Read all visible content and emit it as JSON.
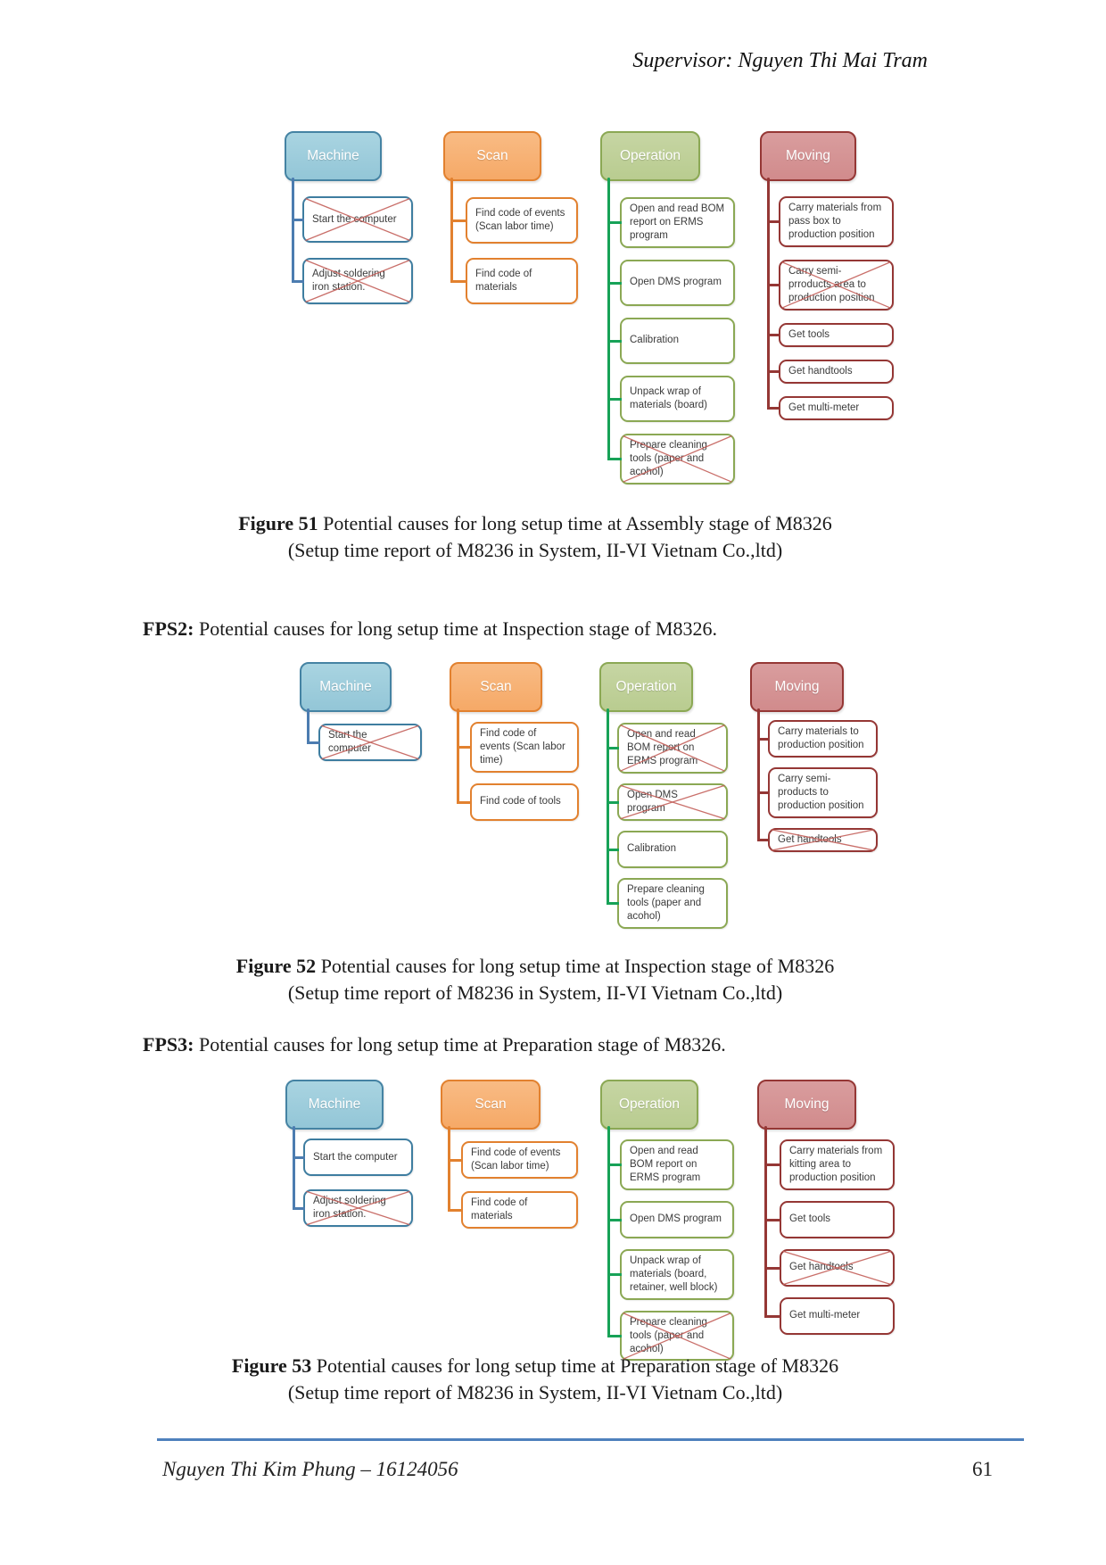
{
  "page_header": {
    "supervisor": "Supervisor: Nguyen Thi Mai Tram"
  },
  "figures": [
    {
      "label": "Figure 51",
      "title": " Potential causes for long setup time at Assembly stage of M8326",
      "subtitle": "(Setup time report of M8236 in System, II-VI Vietnam Co.,ltd)"
    },
    {
      "label": "Figure 52",
      "title": " Potential causes for long setup time at Inspection stage of M8326",
      "subtitle": "(Setup time report of M8236 in System, II-VI Vietnam Co.,ltd)"
    },
    {
      "label": "Figure 53",
      "title": " Potential causes for long setup time at Preparation stage of M8326",
      "subtitle": "(Setup time report of M8236 in System, II-VI Vietnam Co.,ltd)"
    }
  ],
  "fps_headings": {
    "fps2": {
      "label": "FPS2:",
      "text": " Potential causes for long setup time at Inspection stage of M8326."
    },
    "fps3": {
      "label": "FPS3:",
      "text": " Potential causes for long setup time at Preparation stage of M8326."
    }
  },
  "footer": {
    "author": "Nguyen Thi Kim Phung – 16124056",
    "page_number": "61"
  },
  "colors": {
    "machine_fill": "#93c6d7",
    "machine_border": "#4583a3",
    "machine_child_border": "#3e7da0",
    "machine_line": "#4c7cb0",
    "scan_fill": "#f6a967",
    "scan_border": "#e2812f",
    "scan_line": "#e2812f",
    "operation_fill": "#b9cc90",
    "operation_border": "#8ba854",
    "operation_line": "#17a257",
    "moving_fill": "#d18b8c",
    "moving_border": "#953735",
    "moving_line": "#953735",
    "crossc": "#c4605a",
    "rule": "#4f81bd"
  },
  "diagrams": [
    {
      "stage": "Assembly",
      "columns": [
        {
          "header": "Machine",
          "items": [
            {
              "label": "Start the computer",
              "crossed": true
            },
            {
              "label": "Adjust soldering iron station.",
              "crossed": true
            }
          ]
        },
        {
          "header": "Scan",
          "items": [
            {
              "label": "Find code of events (Scan labor time)",
              "crossed": false
            },
            {
              "label": "Find code of materials",
              "crossed": false
            }
          ]
        },
        {
          "header": "Operation",
          "items": [
            {
              "label": "Open and read BOM report on ERMS program",
              "crossed": false
            },
            {
              "label": "Open DMS program",
              "crossed": false
            },
            {
              "label": "Calibration",
              "crossed": false
            },
            {
              "label": "Unpack wrap of materials (board)",
              "crossed": false
            },
            {
              "label": "Prepare cleaning tools (paper and acohol)",
              "crossed": true
            }
          ]
        },
        {
          "header": "Moving",
          "items": [
            {
              "label": "Carry materials from pass box to production position",
              "crossed": false
            },
            {
              "label": "Carry semi-prroducts area to production position",
              "crossed": true
            },
            {
              "label": "Get tools",
              "crossed": false
            },
            {
              "label": "Get handtools",
              "crossed": false
            },
            {
              "label": "Get multi-meter",
              "crossed": false
            }
          ]
        }
      ]
    },
    {
      "stage": "Inspection",
      "columns": [
        {
          "header": "Machine",
          "items": [
            {
              "label": "Start the computer",
              "crossed": true
            }
          ]
        },
        {
          "header": "Scan",
          "items": [
            {
              "label": "Find code of events (Scan labor time)",
              "crossed": false
            },
            {
              "label": "Find code of tools",
              "crossed": false
            }
          ]
        },
        {
          "header": "Operation",
          "items": [
            {
              "label": "Open and read BOM report on ERMS program",
              "crossed": true
            },
            {
              "label": "Open DMS program",
              "crossed": true
            },
            {
              "label": "Calibration",
              "crossed": false
            },
            {
              "label": "Prepare cleaning tools (paper and acohol)",
              "crossed": false
            }
          ]
        },
        {
          "header": "Moving",
          "items": [
            {
              "label": "Carry materials to production position",
              "crossed": false
            },
            {
              "label": "Carry semi-products to production position",
              "crossed": false
            },
            {
              "label": "Get handtools",
              "crossed": true
            }
          ]
        }
      ]
    },
    {
      "stage": "Preparation",
      "columns": [
        {
          "header": "Machine",
          "items": [
            {
              "label": "Start the computer",
              "crossed": false
            },
            {
              "label": "Adjust soldering iron station.",
              "crossed": true
            }
          ]
        },
        {
          "header": "Scan",
          "items": [
            {
              "label": "Find code of events (Scan labor time)",
              "crossed": false
            },
            {
              "label": "Find code of materials",
              "crossed": false
            }
          ]
        },
        {
          "header": "Operation",
          "items": [
            {
              "label": "Open and read BOM report on ERMS program",
              "crossed": false
            },
            {
              "label": "Open DMS program",
              "crossed": false
            },
            {
              "label": "Unpack wrap of materials (board, retainer, well block)",
              "crossed": false
            },
            {
              "label": "Prepare cleaning tools (paper and acohol)",
              "crossed": true
            }
          ]
        },
        {
          "header": "Moving",
          "items": [
            {
              "label": "Carry materials from kitting area to production position",
              "crossed": false
            },
            {
              "label": "Get tools",
              "crossed": false
            },
            {
              "label": "Get handtools",
              "crossed": true
            },
            {
              "label": "Get multi-meter",
              "crossed": false
            }
          ]
        }
      ]
    }
  ]
}
